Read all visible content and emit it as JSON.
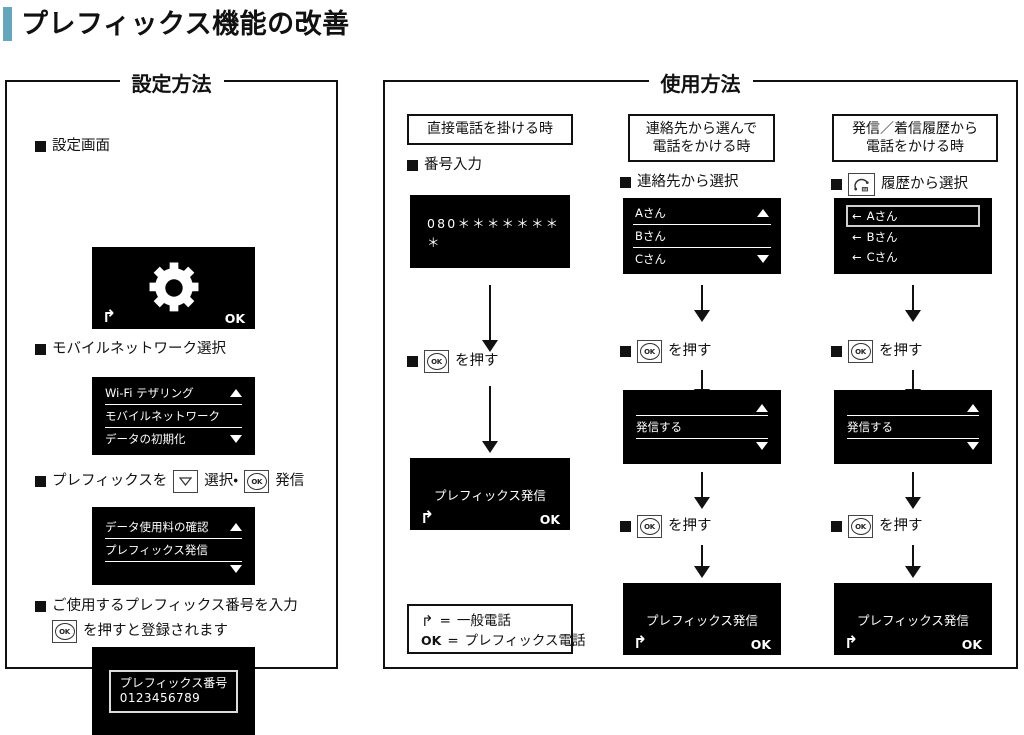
{
  "title": "プレフィックス機能の改善",
  "accent_color": "#63a6bd",
  "panels": {
    "setup": {
      "legend": "設定方法",
      "steps": [
        {
          "label": "設定画面"
        },
        {
          "label": "モバイルネットワーク選択"
        },
        {
          "label_a": "プレフィックスを",
          "label_b": "選択・",
          "label_c": "発信"
        },
        {
          "label_a": "ご使用するプレフィックス番号を入力",
          "label_b": "を押すと登録されます"
        }
      ],
      "screen_settings": {
        "back": "↰",
        "ok": "OK",
        "icon": "gear-icon"
      },
      "screen_network": {
        "rows": [
          {
            "text": "Wi-Fi テザリング",
            "arrow": "up"
          },
          {
            "text": "モバイルネットワーク",
            "arrow": ""
          },
          {
            "text": "データの初期化",
            "arrow": "down"
          }
        ]
      },
      "screen_prefix_menu": {
        "rows": [
          {
            "text": "データ使用料の確認",
            "arrow": "up"
          },
          {
            "text": "プレフィックス発信",
            "arrow": ""
          },
          {
            "text": "",
            "arrow": "down"
          }
        ]
      },
      "screen_prefix_number": {
        "line1": "プレフィックス番号",
        "line2": "0123456789"
      }
    },
    "usage": {
      "legend": "使用方法",
      "columns": [
        {
          "heading": "直接電話を掛ける時",
          "step1_label": "番号入力",
          "screen_number": "080＊＊＊＊＊＊＊＊",
          "step2_label": "を押す",
          "screen_result": {
            "text": "プレフィックス発信",
            "back": "↰",
            "ok": "OK"
          },
          "legendbox": {
            "row1_key": "↰",
            "row1_eq": "=",
            "row1_text": "一般電話",
            "row2_key": "OK",
            "row2_eq": "=",
            "row2_text": "プレフィックス電話"
          }
        },
        {
          "heading_line1": "連絡先から選んで",
          "heading_line2": "電話をかける時",
          "step1_label": "連絡先から選択",
          "screen_contacts": {
            "rows": [
              {
                "text": "Aさん",
                "arrow": "up"
              },
              {
                "text": "Bさん",
                "arrow": ""
              },
              {
                "text": "Cさん",
                "arrow": "down"
              }
            ]
          },
          "step2_label": "を押す",
          "screen_call": {
            "rows": [
              {
                "text": "",
                "arrow": "up"
              },
              {
                "text": "発信する",
                "arrow": ""
              },
              {
                "text": "",
                "arrow": "down"
              }
            ]
          },
          "step3_label": "を押す",
          "screen_result": {
            "text": "プレフィックス発信",
            "back": "↰",
            "ok": "OK"
          }
        },
        {
          "heading_line1": "発信／着信履歴から",
          "heading_line2": "電話をかける時",
          "step1_label": "履歴から選択",
          "screen_history": {
            "rows": [
              {
                "arrow": "←",
                "text": "Aさん",
                "selected": true
              },
              {
                "arrow": "←",
                "text": "Bさん",
                "selected": false
              },
              {
                "arrow": "←",
                "text": "Cさん",
                "selected": false
              }
            ]
          },
          "step2_label": "を押す",
          "screen_call": {
            "rows": [
              {
                "text": "",
                "arrow": "up"
              },
              {
                "text": "発信する",
                "arrow": ""
              },
              {
                "text": "",
                "arrow": "down"
              }
            ]
          },
          "step3_label": "を押す",
          "screen_result": {
            "text": "プレフィックス発信",
            "back": "↰",
            "ok": "OK"
          }
        }
      ]
    }
  },
  "icons": {
    "ok_key": "OK",
    "down_key": "▽",
    "phone_key": "phone-handset-icon"
  }
}
